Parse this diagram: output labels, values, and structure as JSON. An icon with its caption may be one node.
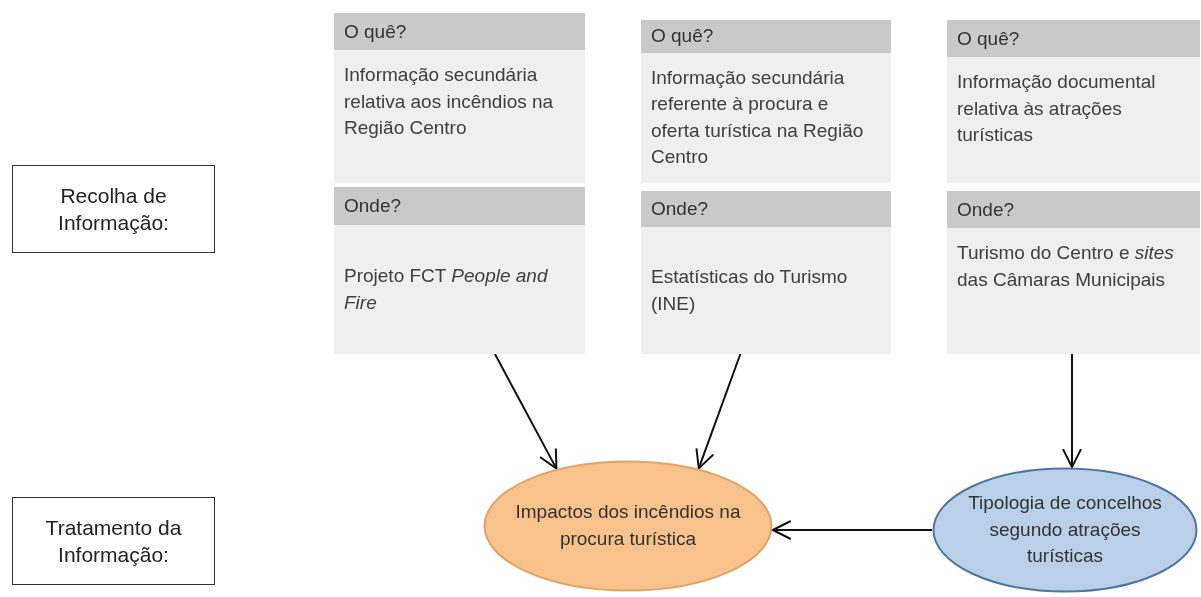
{
  "diagram": {
    "nodes": [
      {
        "text": [
          "Recolha de Informação:"
        ]
      },
      {
        "text": [
          "O quê?",
          "Informação secundária relativa aos incêndios na Região Centro"
        ]
      },
      {
        "text": [
          "O quê?",
          "Informação secundária referente à procura e oferta turística na Região Centro"
        ]
      },
      {
        "text": [
          "O quê?",
          "Informação documental relativa às atrações turísticas"
        ]
      },
      {
        "text": [
          "Onde?",
          "Projeto FCT *People and Fire*"
        ]
      },
      {
        "text": [
          "Onde?",
          "Estatísticas do Turismo (INE)"
        ]
      },
      {
        "text": [
          "Onde?",
          "Turismo do Centro e *sites* das Câmaras Municipais"
        ]
      },
      {
        "text": [
          "Tratamento da Informação:"
        ]
      },
      {
        "text": [
          "Impactos dos incêndios na procura turística"
        ]
      },
      {
        "text": [
          "Tipologia de concelhos segundo atrações turísticas"
        ]
      }
    ],
    "edges": [
      {
        "from": 4,
        "to": 8,
        "arrow": "to"
      },
      {
        "from": 5,
        "to": 8,
        "arrow": "to"
      },
      {
        "from": 6,
        "to": 9,
        "arrow": "to"
      },
      {
        "from": 9,
        "to": 8,
        "arrow": "to"
      }
    ]
  }
}
